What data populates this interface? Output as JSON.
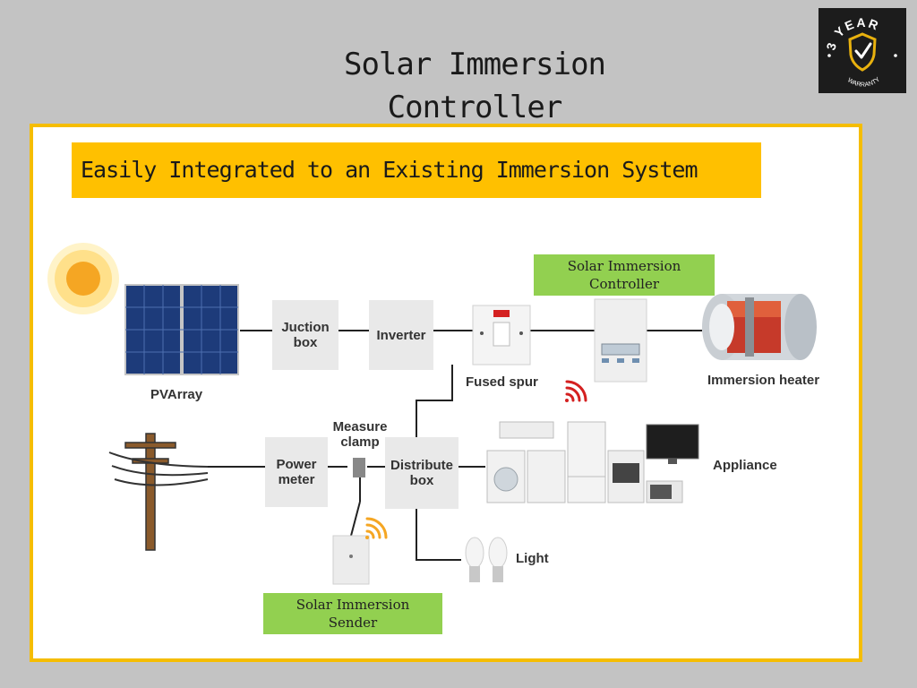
{
  "title_line1": "Solar Immersion",
  "title_line2": "Controller",
  "badge": {
    "top_text": "3 YEAR",
    "bottom_text": "WARRANTY",
    "icon": "shield-check-icon"
  },
  "banner": "Easily Integrated to an Existing Immersion System",
  "controller_label_line1": "Solar Immersion",
  "controller_label_line2": "Controller",
  "sender_label_line1": "Solar Immersion",
  "sender_label_line2": "Sender",
  "components": {
    "pv_array": "PVArray",
    "junction_box_line1": "Juction",
    "junction_box_line2": "box",
    "inverter": "Inverter",
    "fused_spur": "Fused spur",
    "immersion_heater": "Immersion heater",
    "measure_clamp_line1": "Measure",
    "measure_clamp_line2": "clamp",
    "power_meter_line1": "Power",
    "power_meter_line2": "meter",
    "distribute_box_line1": "Distribute",
    "distribute_box_line2": "box",
    "appliance": "Appliance",
    "light": "Light"
  },
  "colors": {
    "background": "#c3c3c3",
    "panel_border": "#f5bd02",
    "banner": "#ffc000",
    "label_green": "#92d050",
    "box_gray": "#e9e9e9",
    "badge_gold": "#e8b10e",
    "wifi_orange": "#f5a623",
    "wifi_red": "#d42020"
  }
}
